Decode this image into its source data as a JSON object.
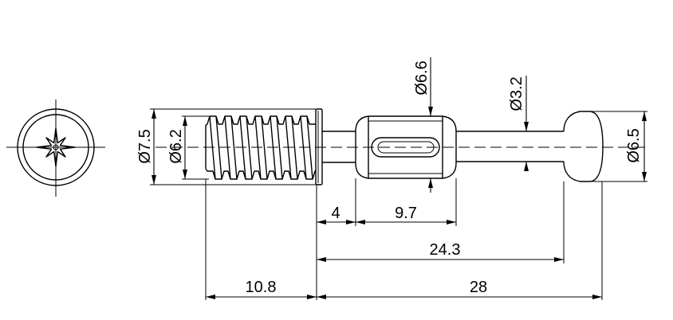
{
  "drawing": {
    "diameter_labels": {
      "thread_outer": "Ø7.5",
      "thread_core": "Ø6.2",
      "sleeve": "Ø6.6",
      "shaft": "Ø3.2",
      "ball_head": "Ø6.5"
    },
    "length_labels": {
      "flange_to_sleeve": "4",
      "sleeve": "9.7",
      "flange_to_ball": "24.3",
      "thread": "10.8",
      "overall": "28"
    }
  }
}
